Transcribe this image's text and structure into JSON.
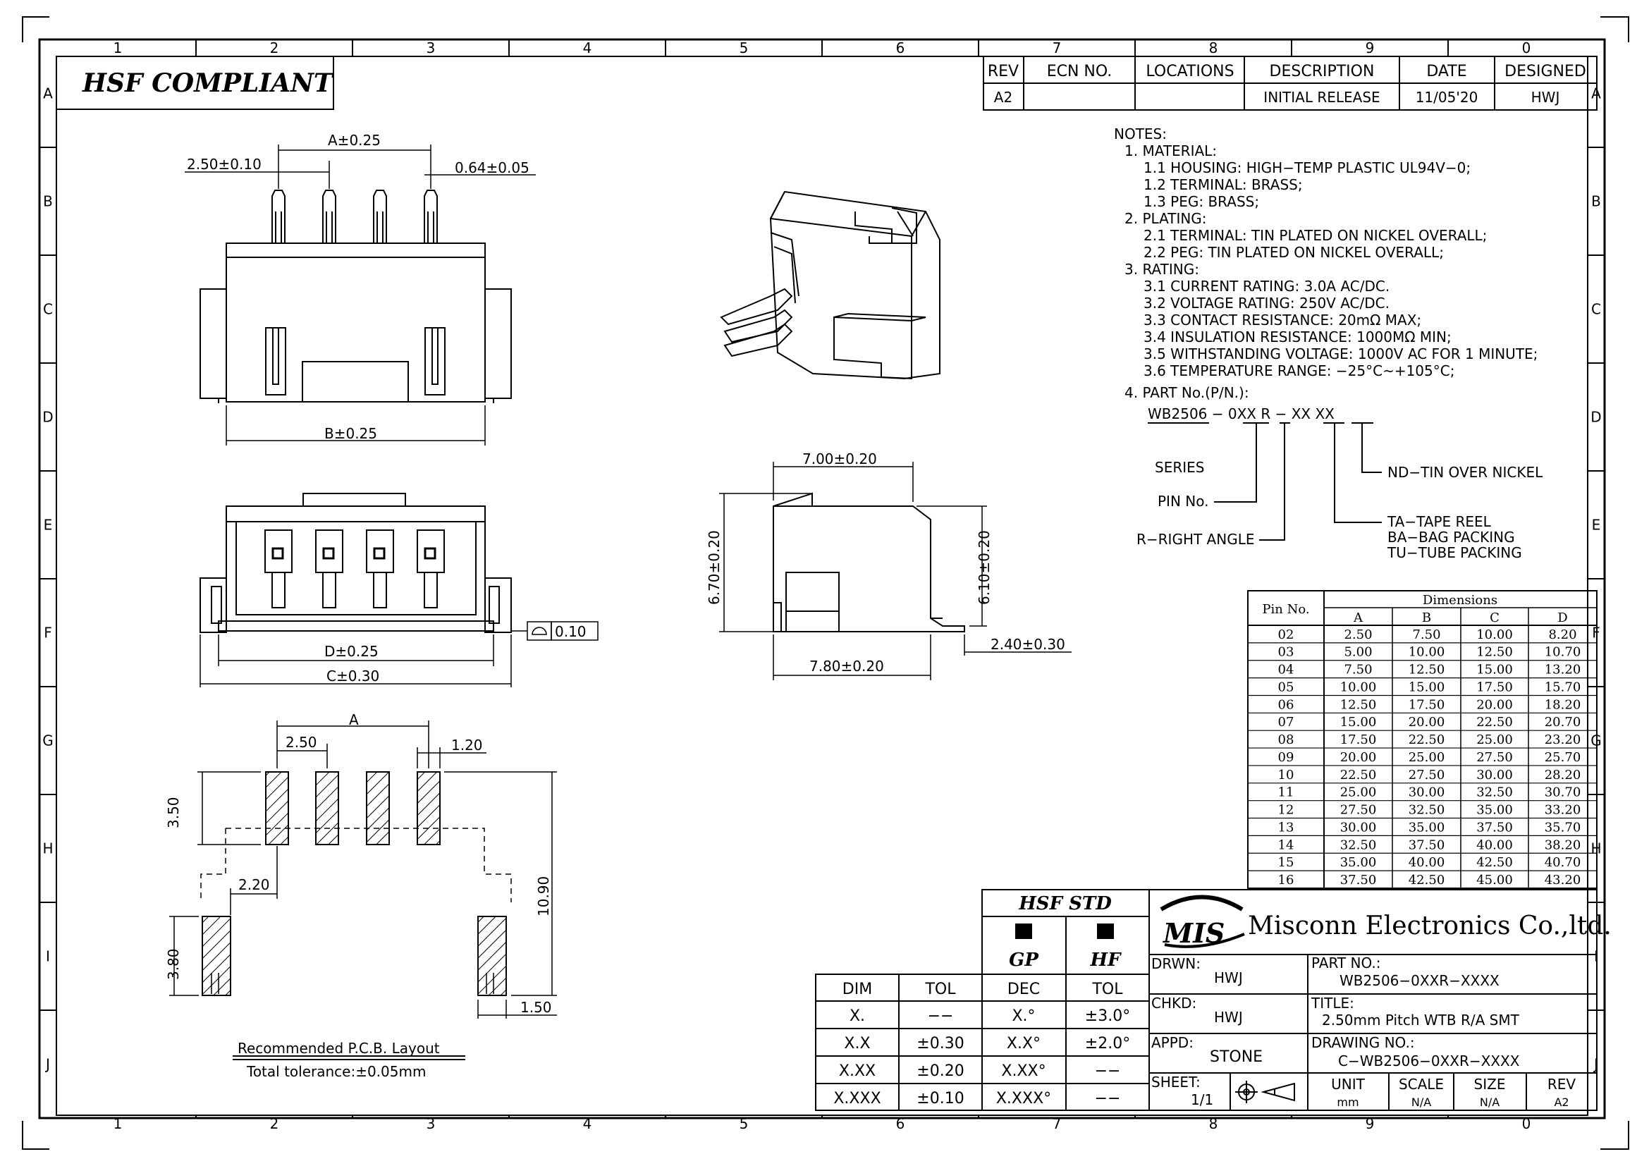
{
  "border": {
    "columns": [
      "1",
      "2",
      "3",
      "4",
      "5",
      "6",
      "7",
      "8",
      "9",
      "0"
    ],
    "rows": [
      "A",
      "B",
      "C",
      "D",
      "E",
      "F",
      "G",
      "H",
      "I",
      "J"
    ]
  },
  "compliance_label": "HSF  COMPLIANT",
  "revision_block": {
    "headers": [
      "REV",
      "ECN NO.",
      "LOCATIONS",
      "DESCRIPTION",
      "DATE",
      "DESIGNED"
    ],
    "row": [
      "A2",
      "",
      "",
      "INITIAL RELEASE",
      "11/05'20",
      "HWJ"
    ]
  },
  "notes": {
    "lines": [
      "NOTES:",
      "1. MATERIAL:",
      "1.1  HOUSING: HIGH−TEMP  PLASTIC  UL94V−0;",
      "1.2  TERMINAL: BRASS;",
      "1.3  PEG: BRASS;",
      "2.  PLATING:",
      "2.1  TERMINAL: TIN  PLATED  ON  NICKEL  OVERALL;",
      "2.2  PEG:  TIN  PLATED  ON  NICKEL  OVERALL;",
      "3.  RATING:",
      "3.1  CURRENT  RATING: 3.0A  AC/DC.",
      "3.2  VOLTAGE  RATING: 250V  AC/DC.",
      "3.3  CONTACT  RESISTANCE: 20mΩ  MAX;",
      "3.4  INSULATION  RESISTANCE: 1000MΩ  MIN;",
      "3.5  WITHSTANDING  VOLTAGE: 1000V  AC  FOR  1  MINUTE;",
      "3.6  TEMPERATURE  RANGE:  −25°C~+105°C;",
      "4.  PART  No.(P/N.):"
    ]
  },
  "part_number_key": {
    "code": "WB2506  −  0XX  R  −  XX  XX",
    "series": "SERIES",
    "pin_no": "PIN  No.",
    "right_angle": "R−RIGHT  ANGLE",
    "finish": "ND−TIN  OVER  NICKEL",
    "packing": [
      "TA−TAPE  REEL",
      "BA−BAG  PACKING",
      "TU−TUBE  PACKING"
    ]
  },
  "front_view": {
    "dim_a": "A±0.25",
    "dim_pitch": "2.50±0.10",
    "dim_pin": "0.64±0.05",
    "dim_b": "B±0.25"
  },
  "bottom_view": {
    "dim_d": "D±0.25",
    "dim_c": "C±0.30",
    "flatness": "0.10"
  },
  "side_view": {
    "dim_top": "7.00±0.20",
    "dim_height": "6.70±0.20",
    "dim_inner_height": "6.10±0.20",
    "dim_bottom": "7.80±0.20",
    "dim_tail": "2.40±0.30"
  },
  "pcb_layout": {
    "dim_a": "A",
    "dim_pitch": "2.50",
    "dim_pad_width": "1.20",
    "dim_pad_length": "3.50",
    "dim_offset": "2.20",
    "dim_total": "10.90",
    "dim_peg_length": "3.80",
    "dim_peg_width": "1.50",
    "caption": "Recommended  P.C.B.  Layout",
    "tolerance": "Total  tolerance:±0.05mm"
  },
  "dimension_table": {
    "pin_header": "Pin No.",
    "group_header": "Dimensions",
    "columns": [
      "A",
      "B",
      "C",
      "D"
    ],
    "rows": [
      [
        "02",
        "2.50",
        "7.50",
        "10.00",
        "8.20"
      ],
      [
        "03",
        "5.00",
        "10.00",
        "12.50",
        "10.70"
      ],
      [
        "04",
        "7.50",
        "12.50",
        "15.00",
        "13.20"
      ],
      [
        "05",
        "10.00",
        "15.00",
        "17.50",
        "15.70"
      ],
      [
        "06",
        "12.50",
        "17.50",
        "20.00",
        "18.20"
      ],
      [
        "07",
        "15.00",
        "20.00",
        "22.50",
        "20.70"
      ],
      [
        "08",
        "17.50",
        "22.50",
        "25.00",
        "23.20"
      ],
      [
        "09",
        "20.00",
        "25.00",
        "27.50",
        "25.70"
      ],
      [
        "10",
        "22.50",
        "27.50",
        "30.00",
        "28.20"
      ],
      [
        "11",
        "25.00",
        "30.00",
        "32.50",
        "30.70"
      ],
      [
        "12",
        "27.50",
        "32.50",
        "35.00",
        "33.20"
      ],
      [
        "13",
        "30.00",
        "35.00",
        "37.50",
        "35.70"
      ],
      [
        "14",
        "32.50",
        "37.50",
        "40.00",
        "38.20"
      ],
      [
        "15",
        "35.00",
        "40.00",
        "42.50",
        "40.70"
      ],
      [
        "16",
        "37.50",
        "42.50",
        "45.00",
        "43.20"
      ]
    ]
  },
  "tolerance_table": {
    "hsf_std": "HSF  STD",
    "gp": "GP",
    "hf": "HF",
    "headers": [
      "DIM",
      "TOL",
      "DEC",
      "TOL"
    ],
    "rows": [
      [
        "X.",
        "−−",
        "X.°",
        "±3.0°"
      ],
      [
        "X.X",
        "±0.30",
        "X.X°",
        "±2.0°"
      ],
      [
        "X.XX",
        "±0.20",
        "X.XX°",
        "−−"
      ],
      [
        "X.XXX",
        "±0.10",
        "X.XXX°",
        "−−"
      ]
    ]
  },
  "title_block": {
    "logo": "MIS",
    "company": "Misconn Electronics Co.,ltd.",
    "drwn_label": "DRWN:",
    "drwn": "HWJ",
    "chkd_label": "CHKD:",
    "chkd": "HWJ",
    "appd_label": "APPD:",
    "appd": "STONE",
    "sheet_label": "SHEET:",
    "sheet": "1/1",
    "part_no_label": "PART  NO.:",
    "part_no": "WB2506−0XXR−XXXX",
    "title_label": "TITLE:",
    "title": "2.50mm  Pitch  WTB  R/A  SMT",
    "drawing_no_label": "DRAWING  NO.:",
    "drawing_no": "C−WB2506−0XXR−XXXX",
    "unit_label": "UNIT",
    "unit": "mm",
    "scale_label": "SCALE",
    "scale": "N/A",
    "size_label": "SIZE",
    "size": "N/A",
    "rev_label": "REV",
    "rev": "A2"
  }
}
